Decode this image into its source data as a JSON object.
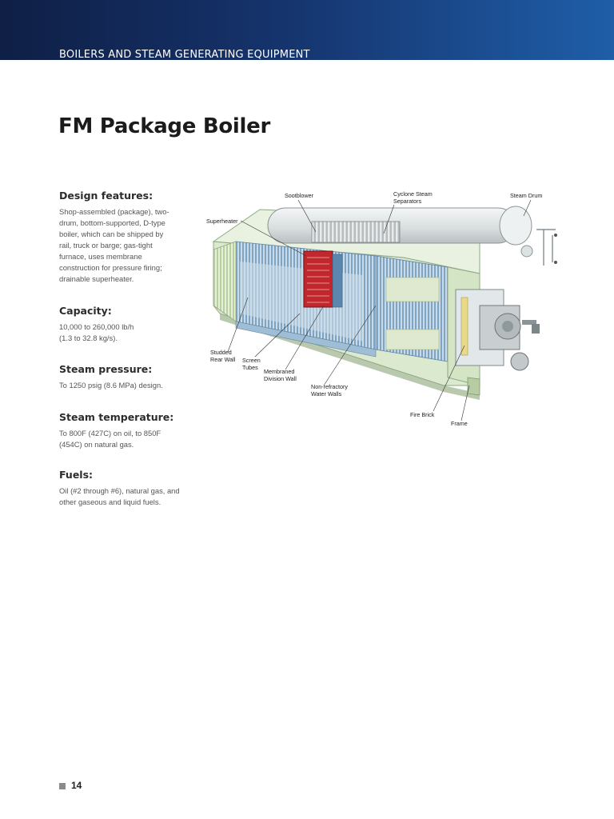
{
  "header": {
    "section_title": "BOILERS AND STEAM GENERATING EQUIPMENT"
  },
  "page": {
    "title": "FM Package Boiler",
    "number": "14"
  },
  "sections": [
    {
      "heading": "Design features:",
      "body": "Shop-assembled (package), two-\ndrum, bottom-supported, D-type\nboiler, which can be shipped by\nrail, truck or barge; gas-tight\nfurnace, uses membrane\nconstruction for pressure firing;\ndrainable superheater."
    },
    {
      "heading": "Capacity:",
      "body": "10,000 to 260,000 lb/h\n(1.3 to 32.8 kg/s)."
    },
    {
      "heading": "Steam pressure:",
      "body": "To 1250 psig (8.6 MPa) design."
    },
    {
      "heading": "Steam temperature:",
      "body": "To 800F (427C) on oil, to 850F\n(454C) on natural gas."
    },
    {
      "heading": "Fuels:",
      "body": "Oil (#2 through #6), natural gas, and\nother gaseous and liquid fuels."
    }
  ],
  "figure": {
    "labels": {
      "sootblower": "Sootblower",
      "cyclone": "Cyclone Steam\nSeparators",
      "steam_drum": "Steam Drum",
      "superheater": "Superheater",
      "studded_rear_wall": "Studded\nRear Wall",
      "screen_tubes": "Screen\nTubes",
      "membraned_division_wall": "Membraned\nDivision Wall",
      "non_refractory": "Non-refractory\nWater Walls",
      "fire_brick": "Fire Brick",
      "frame": "Frame"
    },
    "colors": {
      "casing": "#d9ead0",
      "tubes": "#8fb3cf",
      "superheater": "#c0282d",
      "drum": "#e6e9ea"
    }
  }
}
